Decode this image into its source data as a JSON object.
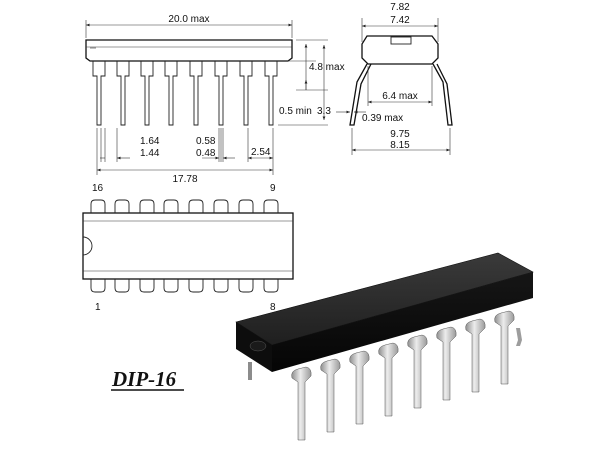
{
  "package": {
    "name": "DIP-16"
  },
  "front_view": {
    "body_length": "20.0 max",
    "body_height": "4.8 max",
    "lead_length": "3.3",
    "standoff": "0.5 min",
    "lead_wide_max": "1.64",
    "lead_wide_min": "1.44",
    "lead_narrow_max": "0.58",
    "lead_narrow_min": "0.48",
    "pitch": "2.54",
    "row_span": "17.78"
  },
  "end_view": {
    "width_max": "7.82",
    "width_min": "7.42",
    "body_width": "6.4 max",
    "lead_thickness": "0.39 max",
    "spread_max": "9.75",
    "spread_min": "8.15"
  },
  "top_view": {
    "pin_labels": {
      "top_left": "16",
      "top_right": "9",
      "bottom_left": "1",
      "bottom_right": "8"
    }
  }
}
